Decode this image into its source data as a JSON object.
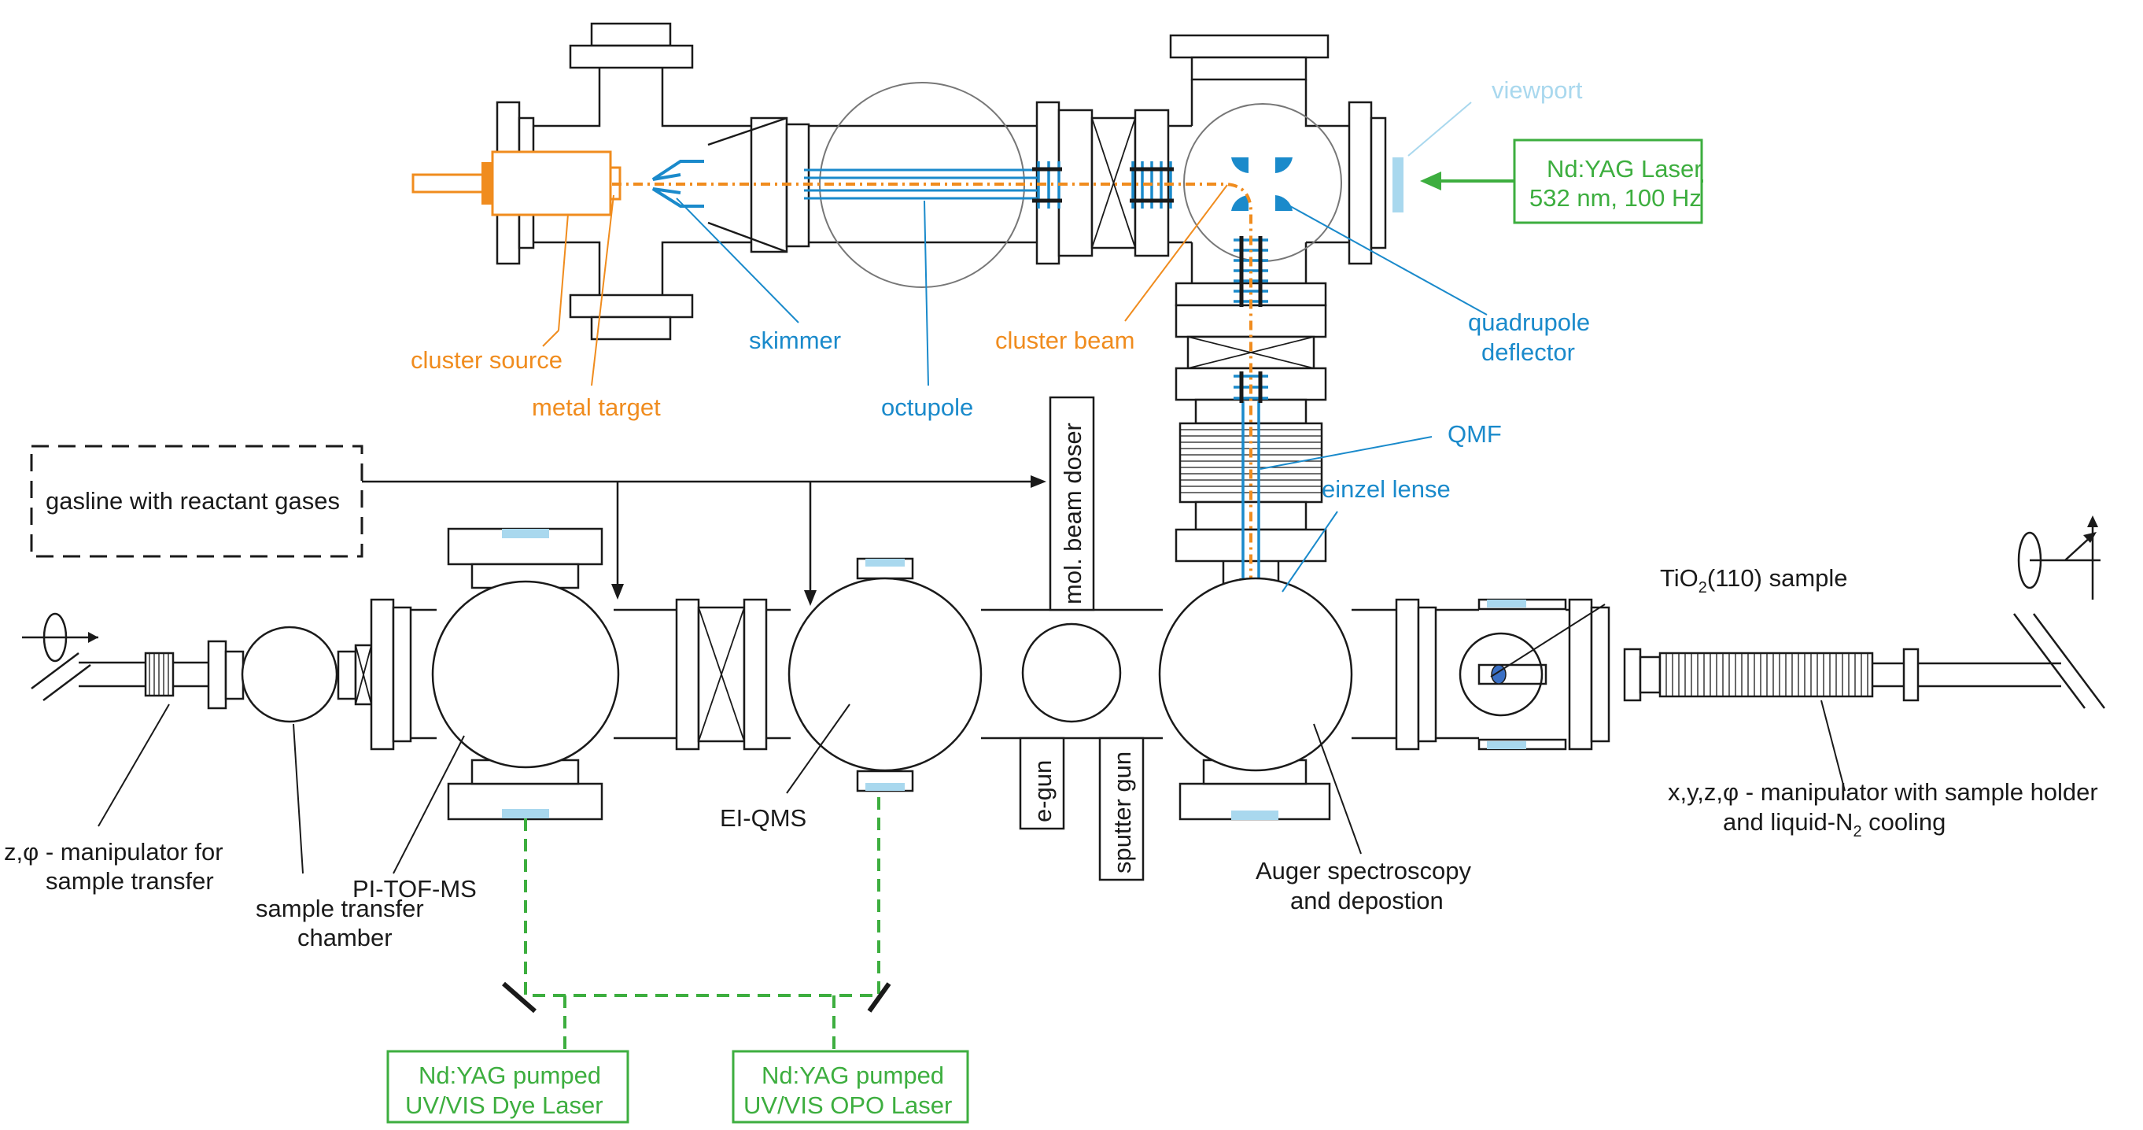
{
  "labels": {
    "cluster_source": "cluster source",
    "metal_target": "metal target",
    "skimmer": "skimmer",
    "octupole": "octupole",
    "cluster_beam": "cluster beam",
    "viewport": "viewport",
    "laser_box_line1": "Nd:YAG Laser",
    "laser_box_line2": "532 nm, 100 Hz",
    "quadrupole_line1": "quadrupole",
    "quadrupole_line2": "deflector",
    "qmf": "QMF",
    "einzel": "einzel lense",
    "mol_beam_doser": "mol. beam doser",
    "gasline": "gasline with reactant gases",
    "tio2_prefix": "TiO",
    "tio2_sub": "2",
    "tio2_suffix": "(110) sample",
    "e_gun": "e-gun",
    "sputter_gun": "sputter gun",
    "ei_qms": "EI-QMS",
    "pi_tof_ms": "PI-TOF-MS",
    "z_phi_line1": "z,φ - manipulator for",
    "z_phi_line2": "sample transfer",
    "transfer_line1": "sample transfer",
    "transfer_line2": "chamber",
    "auger_line1": "Auger spectroscopy",
    "auger_line2": "and depostion",
    "xyz_line1": "x,y,z,φ - manipulator with sample holder",
    "xyz_line2_prefix": "and liquid-N",
    "xyz_line2_sub": "2",
    "xyz_line2_suffix": " cooling",
    "dye_line1": "Nd:YAG pumped",
    "dye_line2": "UV/VIS Dye Laser",
    "opo_line1": "Nd:YAG pumped",
    "opo_line2": "UV/VIS OPO Laser"
  },
  "colors": {
    "outline": "#1a1a1a",
    "cluster": "#f08c1e",
    "ion_optics": "#1a8acb",
    "laser": "#3dae3f",
    "window": "#a9d8ee"
  }
}
